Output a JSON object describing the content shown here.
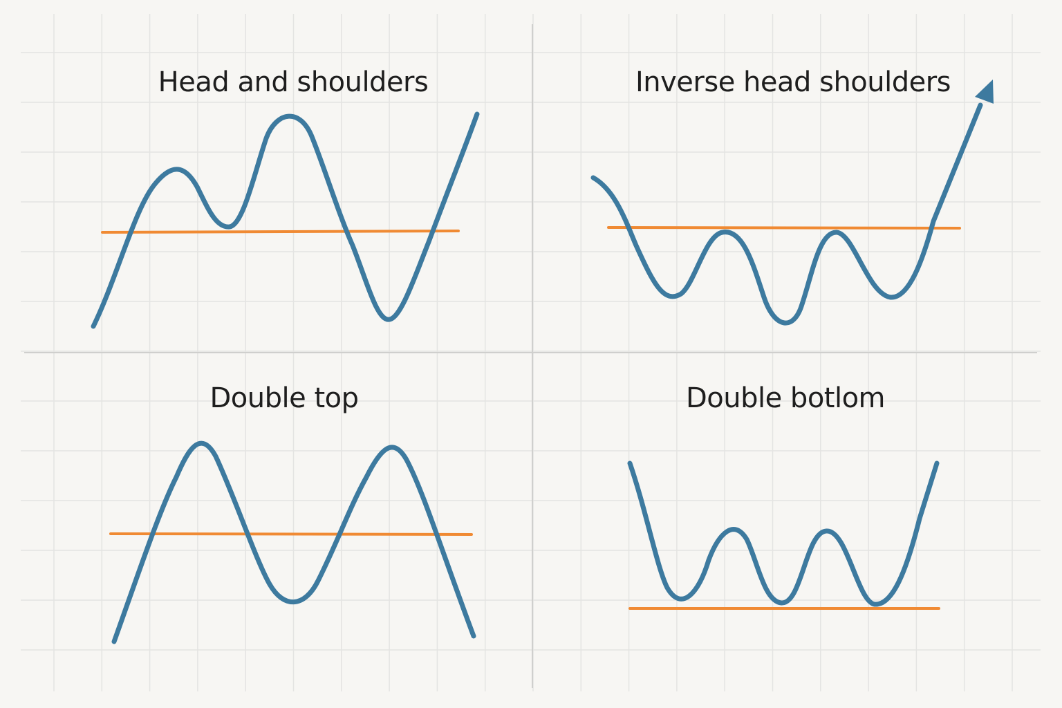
{
  "panels": [
    {
      "title": "Head and shoulders"
    },
    {
      "title": "Inverse head shoulders"
    },
    {
      "title": "Double top"
    },
    {
      "title": "Double botlom"
    }
  ],
  "colors": {
    "background": "#f7f6f3",
    "grid": "#e4e4e2",
    "price_line": "#3d7a9f",
    "level_line": "#f08a33",
    "divider": "#cfcfcd"
  }
}
